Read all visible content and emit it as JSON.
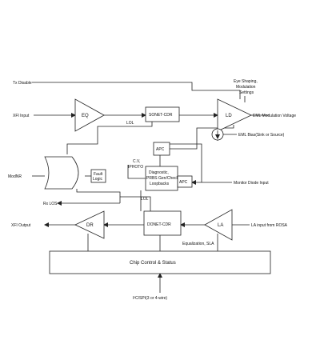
{
  "signals": {
    "tx_disable": "Tx Disable",
    "xfi_input": "XFI Input",
    "modnr": "ModNR",
    "rx_los": "Rx LOS",
    "xfi_output": "XFI Output",
    "eml_mod_voltage": "EML Modulation Voltage",
    "eml_bias": "EML Bias(Sink or Source)",
    "monitor_diode_input": "Monitor Diode Input",
    "la_input": "LA input from ROSA",
    "i2c_spi": "I²C/SPI(3 or 4-wire)",
    "eye_shaping": [
      "Eye Shaping,",
      "Modulation",
      "Settings"
    ]
  },
  "blocks": {
    "eq": "EQ",
    "sonet_cdr_tx": "SONET-CDR",
    "ld": "LD",
    "apc_top": "APC",
    "diagnostic": [
      "Diagnostic,",
      "PRBS Gen/Check",
      "Loopbacks"
    ],
    "apc_mid": "APC",
    "fault_logic": [
      "Fault",
      "Logic"
    ],
    "dr": "DR",
    "donet_cdr_rx": "DONET-CDR",
    "la": "LA",
    "chip_control": "Chip Control & Status"
  },
  "labels": {
    "lol_tx": "LOL",
    "lol_rx": "LOL",
    "cv_iphoto": [
      "C.V,",
      "IPHOTO"
    ],
    "equalization_sla": "Equalization, SLA"
  },
  "colors": {
    "line": "#222222",
    "text": "#111111",
    "background": "#ffffff"
  }
}
